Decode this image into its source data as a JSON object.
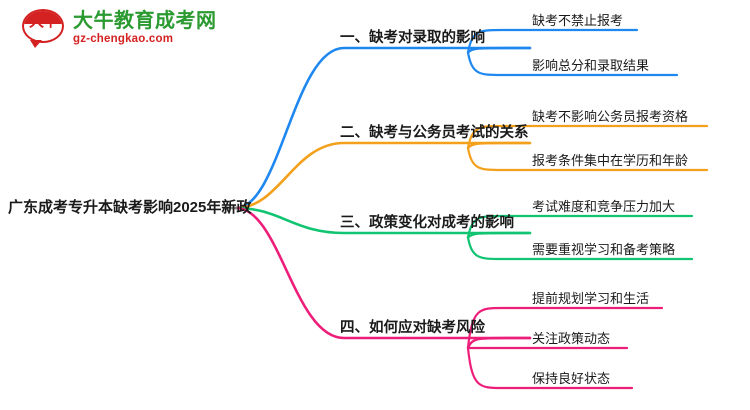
{
  "logo": {
    "mark_text": "大牛",
    "title": "大牛教育成考网",
    "domain": "gz-chengkao.com",
    "title_color": "#2a9a31",
    "domain_color": "#d42121"
  },
  "mindmap": {
    "root": {
      "label": "广东成考专升本缺考影响2025年新政"
    },
    "branches": [
      {
        "label": "一、缺考对录取的影响",
        "color": "#1e88f0",
        "children": [
          {
            "label": "缺考不禁止报考"
          },
          {
            "label": "影响总分和录取结果"
          }
        ]
      },
      {
        "label": "二、缺考与公务员考试的关系",
        "color": "#f3a01c",
        "children": [
          {
            "label": "缺考不影响公务员报考资格"
          },
          {
            "label": "报考条件集中在学历和年龄"
          }
        ]
      },
      {
        "label": "三、政策变化对成考的影响",
        "color": "#10c472",
        "children": [
          {
            "label": "考试难度和竞争压力加大"
          },
          {
            "label": "需要重视学习和备考策略"
          }
        ]
      },
      {
        "label": "四、如何应对缺考风险",
        "color": "#ed1e79",
        "children": [
          {
            "label": "提前规划学习和生活"
          },
          {
            "label": "关注政策动态"
          },
          {
            "label": "保持良好状态"
          }
        ]
      }
    ]
  }
}
